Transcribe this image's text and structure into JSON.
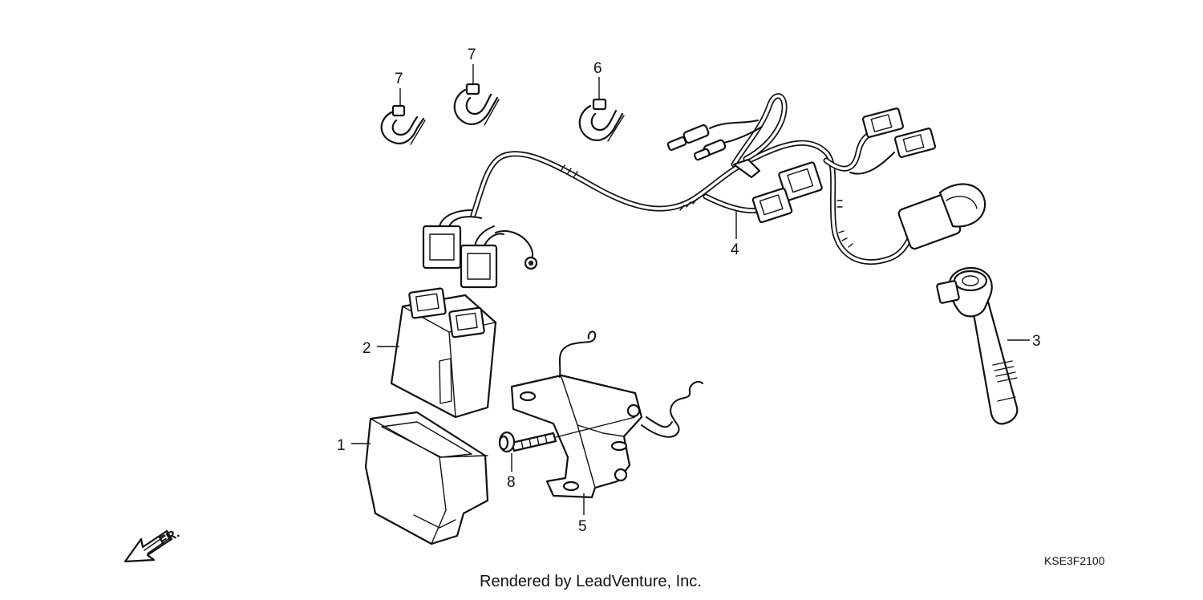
{
  "callouts": {
    "p1": "1",
    "p2": "2",
    "p3": "3",
    "p4": "4",
    "p5": "5",
    "p6": "6",
    "p7a": "7",
    "p7b": "7",
    "p8": "8"
  },
  "front_marker": {
    "label": "FR."
  },
  "diagram_code": "KSE3F2100",
  "credit": "Rendered by LeadVenture, Inc."
}
